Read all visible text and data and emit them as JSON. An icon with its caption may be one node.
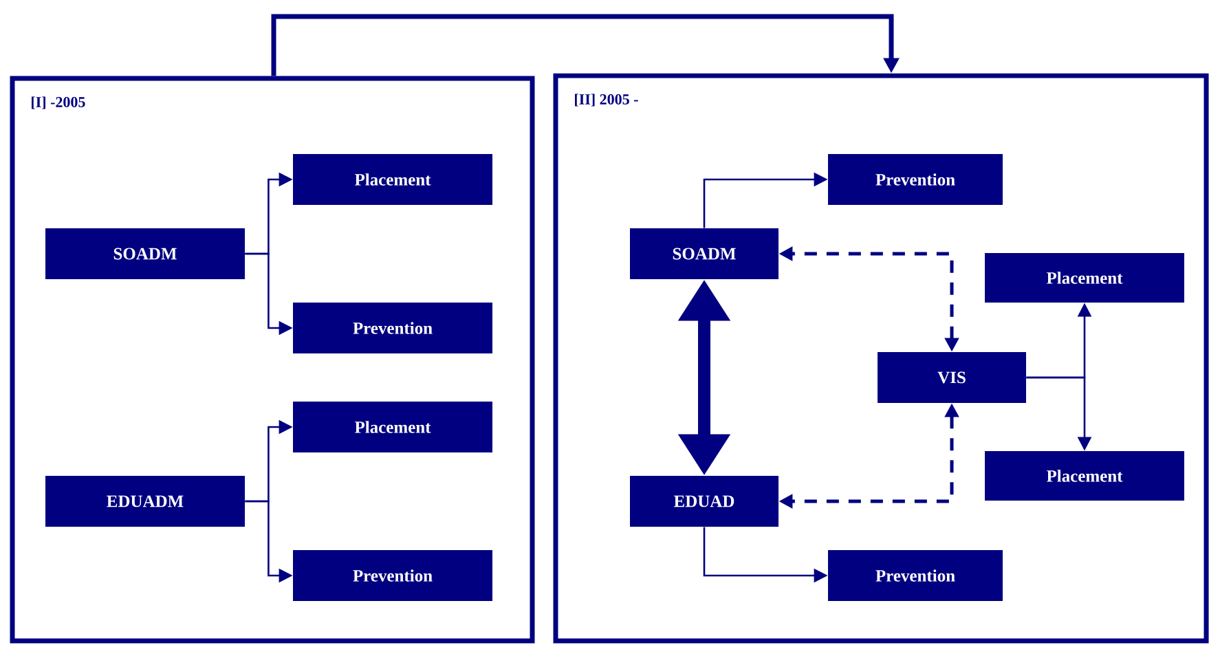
{
  "diagram": {
    "nodes": [
      {
        "text": [
          "[I] -2005"
        ]
      },
      {
        "text": [
          "SOADM"
        ],
        "in": 0
      },
      {
        "text": [
          "Placement"
        ],
        "in": 0
      },
      {
        "text": [
          "Prevention"
        ],
        "in": 0
      },
      {
        "text": [
          "EDUADM"
        ],
        "in": 0
      },
      {
        "text": [
          "Placement"
        ],
        "in": 0
      },
      {
        "text": [
          "Prevention"
        ],
        "in": 0
      },
      {
        "text": [
          "[II] 2005 -"
        ]
      },
      {
        "text": [
          "SOADM"
        ],
        "in": 7
      },
      {
        "text": [
          "Prevention"
        ],
        "in": 7
      },
      {
        "text": [
          "Placement"
        ],
        "in": 7
      },
      {
        "text": [
          "VIS"
        ],
        "in": 7
      },
      {
        "text": [
          "Placement"
        ],
        "in": 7
      },
      {
        "text": [
          "EDUAD"
        ],
        "in": 7
      },
      {
        "text": [
          "Prevention"
        ],
        "in": 7
      }
    ],
    "edges": [
      {
        "from": 0,
        "to": 7,
        "arrow": "to",
        "style": "thick"
      },
      {
        "from": 1,
        "to": 2,
        "arrow": "to"
      },
      {
        "from": 1,
        "to": 3,
        "arrow": "to"
      },
      {
        "from": 4,
        "to": 5,
        "arrow": "to"
      },
      {
        "from": 4,
        "to": 6,
        "arrow": "to"
      },
      {
        "from": 8,
        "to": 9,
        "arrow": "to"
      },
      {
        "from": 8,
        "to": 13,
        "arrow": "both",
        "style": "thick"
      },
      {
        "from": 11,
        "to": 8,
        "arrow": "both",
        "style": "dashed"
      },
      {
        "from": 11,
        "to": 13,
        "arrow": "both",
        "style": "dashed"
      },
      {
        "from": 11,
        "to": 10,
        "arrow": "to"
      },
      {
        "from": 11,
        "to": 12,
        "arrow": "to"
      },
      {
        "from": 13,
        "to": 14,
        "arrow": "to"
      }
    ]
  }
}
